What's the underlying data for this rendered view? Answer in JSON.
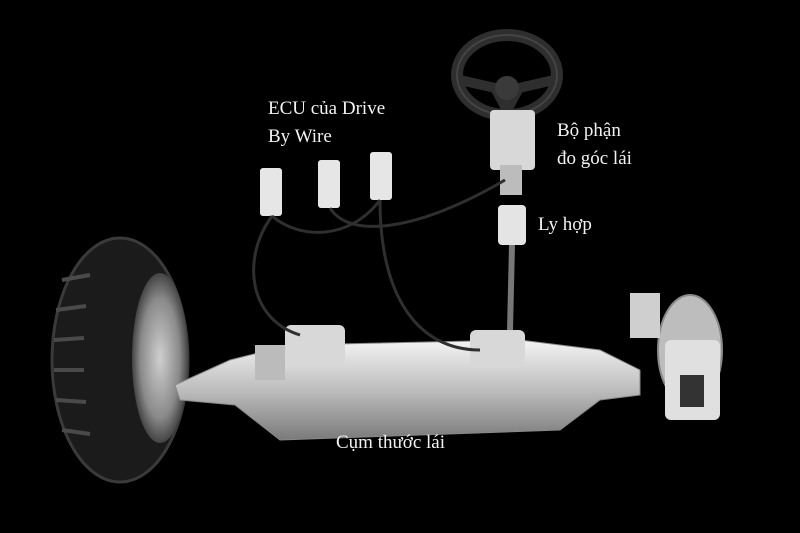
{
  "diagram": {
    "title": "Steer-by-wire system",
    "background": "#000000",
    "labels": {
      "ecu_line1": "ECU của Drive",
      "ecu_line2": "By Wire",
      "sensor_line1": "Bộ phận",
      "sensor_line2": "đo góc lái",
      "clutch": "Ly hợp",
      "rack": "Cụm thước lái"
    },
    "components": [
      {
        "id": "steering-wheel",
        "icon": "steering-wheel-icon"
      },
      {
        "id": "ecu-units",
        "count": 3
      },
      {
        "id": "steering-angle-sensor"
      },
      {
        "id": "clutch"
      },
      {
        "id": "steering-rack"
      },
      {
        "id": "left-wheel-tire"
      },
      {
        "id": "right-brake-disc"
      }
    ]
  }
}
